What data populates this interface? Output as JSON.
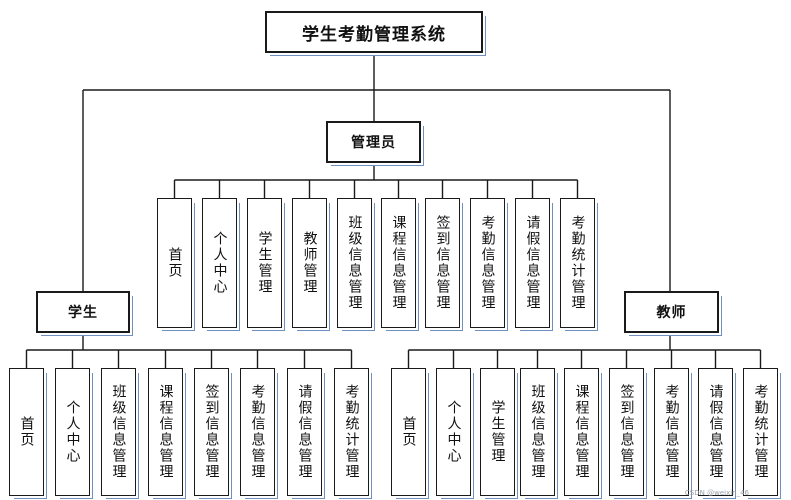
{
  "root": {
    "label": "学生考勤管理系统"
  },
  "admin": {
    "label": "管理员",
    "items": [
      "首页",
      "个人中心",
      "学生管理",
      "教师管理",
      "班级信息管理",
      "课程信息管理",
      "签到信息管理",
      "考勤信息管理",
      "请假信息管理",
      "考勤统计管理"
    ]
  },
  "student": {
    "label": "学生",
    "items": [
      "首页",
      "个人中心",
      "班级信息管理",
      "课程信息管理",
      "签到信息管理",
      "考勤信息管理",
      "请假信息管理",
      "考勤统计管理"
    ]
  },
  "teacher": {
    "label": "教师",
    "items": [
      "首页",
      "个人中心",
      "学生管理",
      "班级信息管理",
      "课程信息管理",
      "签到信息管理",
      "考勤信息管理",
      "请假信息管理",
      "考勤统计管理"
    ]
  },
  "watermark": "CSDN @weixin_46"
}
